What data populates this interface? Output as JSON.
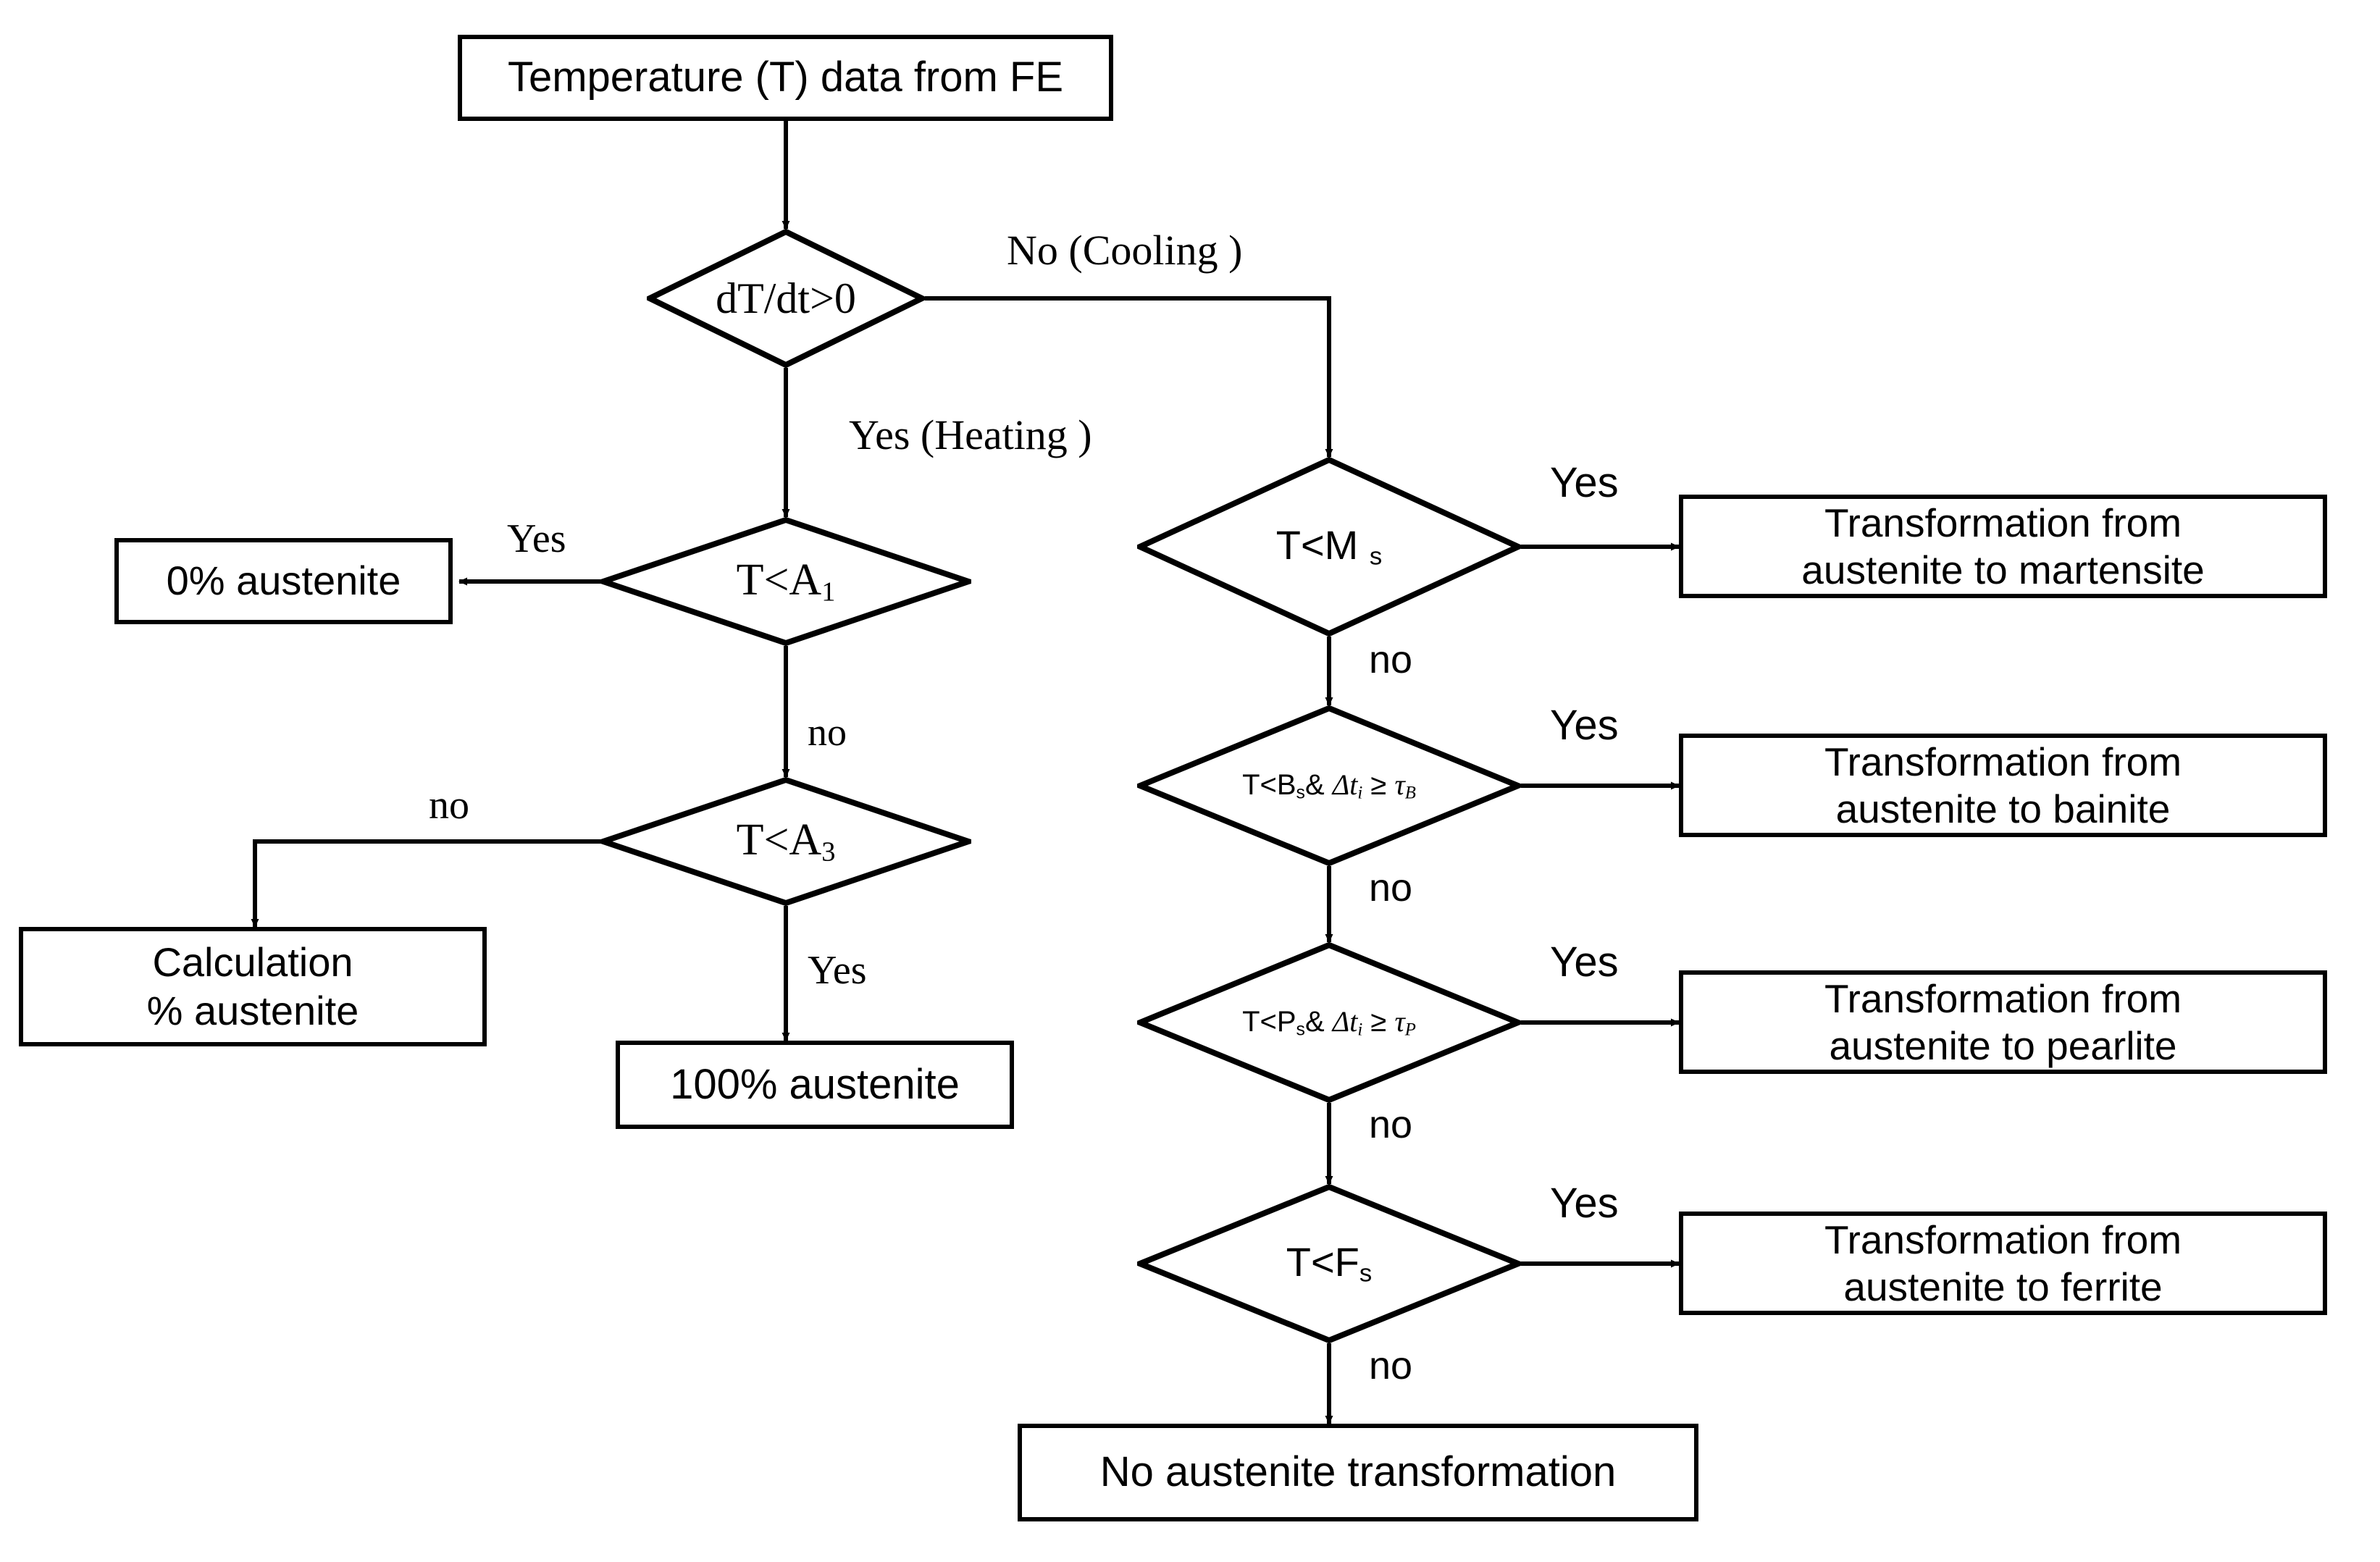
{
  "diagram": {
    "title": "Austenite transformation decision flowchart",
    "colors": {
      "stroke": "#000000",
      "fill": "#ffffff",
      "text": "#000000"
    },
    "nodes": {
      "input": {
        "text": "Temperature (T) data from FE",
        "shape": "process"
      },
      "dtdt": {
        "text": "dT/dt>0",
        "shape": "decision"
      },
      "t_lt_a1": {
        "text": "T<A",
        "sub": "1",
        "shape": "decision"
      },
      "t_lt_a3": {
        "text": "T<A",
        "sub": "3",
        "shape": "decision"
      },
      "austenite_0": {
        "text": "0% austenite",
        "shape": "process"
      },
      "calculation": {
        "line1": "Calculation",
        "line2": "% austenite",
        "shape": "process"
      },
      "austenite_100": {
        "text": "100% austenite",
        "shape": "process"
      },
      "t_lt_ms": {
        "text": "T<M",
        "sub": "s",
        "shape": "decision"
      },
      "t_lt_bs": {
        "line1_pre": "T<B",
        "line1_sub": "s",
        "line1_post": "&",
        "line2_delta": "Δt",
        "line2_i": "i",
        "line2_ge": " ≥ ",
        "line2_tau": "τ",
        "line2_tausub": "B",
        "shape": "decision"
      },
      "t_lt_ps": {
        "line1_pre": "T<P",
        "line1_sub": "s",
        "line1_post": "&",
        "line2_delta": "Δt",
        "line2_i": "i",
        "line2_ge": " ≥ ",
        "line2_tau": "τ",
        "line2_tausub": "P",
        "shape": "decision"
      },
      "t_lt_fs": {
        "text": "T<F",
        "sub": "s",
        "shape": "decision"
      },
      "martensite": {
        "line1": "Transformation from",
        "line2": "austenite to martensite",
        "shape": "process"
      },
      "bainite": {
        "line1": "Transformation from",
        "line2": "austenite to bainite",
        "shape": "process"
      },
      "pearlite": {
        "line1": "Transformation from",
        "line2": "austenite to pearlite",
        "shape": "process"
      },
      "ferrite": {
        "line1": "Transformation from",
        "line2": "austenite to ferrite",
        "shape": "process"
      },
      "no_transformation": {
        "text": "No austenite transformation",
        "shape": "process"
      }
    },
    "edge_labels": {
      "cooling": "No (Cooling )",
      "heating": "Yes (Heating )",
      "a1_yes": "Yes",
      "a1_no": "no",
      "a3_no": "no",
      "a3_yes": "Yes",
      "ms_yes": "Yes",
      "ms_no": "no",
      "bs_yes": "Yes",
      "bs_no": "no",
      "ps_yes": "Yes",
      "ps_no": "no",
      "fs_yes": "Yes",
      "fs_no": "no"
    }
  }
}
